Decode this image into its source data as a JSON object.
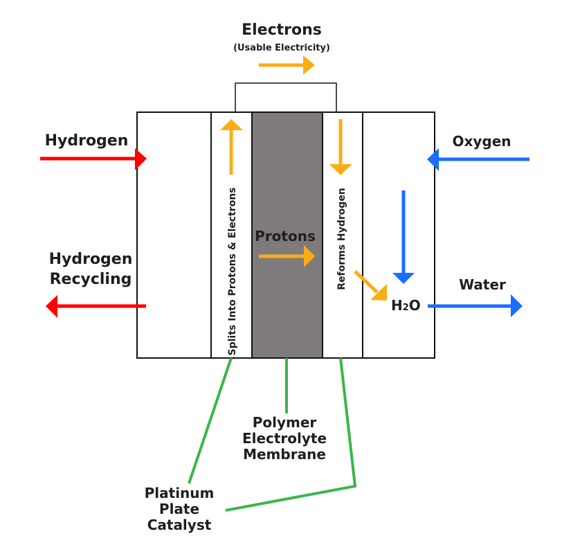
{
  "title": "Hydrogen Fuel Cell (PEM)",
  "colors": {
    "hydrogen": "#ff0000",
    "oxygen": "#1a6dff",
    "electron_proton": "#fbad18",
    "leader": "#3cb54a",
    "membrane": "#807b7b",
    "outline": "#111111",
    "text": "#1e1e1e"
  },
  "labels": {
    "electrons": "Electrons",
    "electrons_sub": "(Usable Electricity)",
    "hydrogen_in": "Hydrogen",
    "hydrogen_recycling_1": "Hydrogen",
    "hydrogen_recycling_2": "Recycling",
    "oxygen": "Oxygen",
    "water": "Water",
    "h2o_h": "H",
    "h2o_2": "2",
    "h2o_o": "O",
    "protons": "Protons",
    "splits": "Splits Into Protons & Electrons",
    "reforms": "Reforms Hydrogen",
    "membrane_1": "Polymer",
    "membrane_2": "Electrolyte",
    "membrane_3": "Membrane",
    "catalyst_1": "Platinum",
    "catalyst_2": "Plate",
    "catalyst_3": "Catalyst"
  },
  "components": [
    {
      "id": "anode-chamber",
      "name": "Hydrogen side"
    },
    {
      "id": "anode-catalyst",
      "name": "Platinum Plate Catalyst"
    },
    {
      "id": "membrane",
      "name": "Polymer Electrolyte Membrane"
    },
    {
      "id": "cathode-catalyst",
      "name": "Platinum Plate Catalyst"
    },
    {
      "id": "cathode-chamber",
      "name": "Oxygen side"
    }
  ]
}
